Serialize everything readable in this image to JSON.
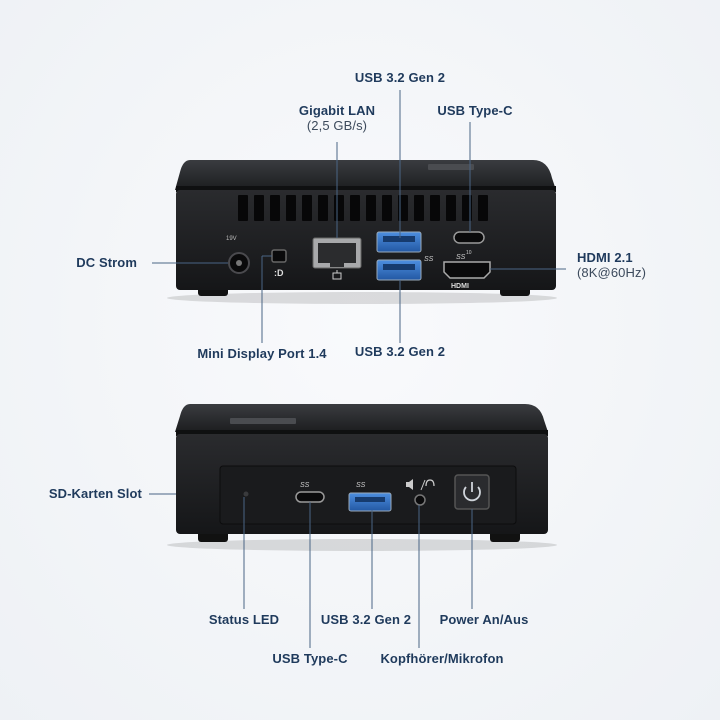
{
  "top": {
    "usb32_top": "USB 3.2 Gen 2",
    "gigabit_lan": "Gigabit LAN",
    "gigabit_lan_sub": "(2,5 GB/s)",
    "usb_typec": "USB Type-C",
    "dc_strom": "DC Strom",
    "hdmi": "HDMI 2.1",
    "hdmi_sub": "(8K@60Hz)",
    "mini_dp": "Mini Display Port 1.4",
    "usb32_bottom": "USB 3.2 Gen 2"
  },
  "bottom": {
    "sd_slot": "SD-Karten Slot",
    "status_led": "Status LED",
    "usb32": "USB 3.2 Gen 2",
    "power": "Power An/Aus",
    "usb_typec": "USB Type-C",
    "headset": "Kopfhörer/Mikrofon"
  },
  "device_text": {
    "hdmi_logo": "HDMI",
    "dc_rating": "19V",
    "ss_mark": "SS",
    "ss_ten": "10"
  },
  "icons": [
    "power-icon",
    "displayport-icon",
    "network-icon",
    "headset-icon",
    "usb-ss-icon"
  ],
  "colors": {
    "label": "#1f3a5c",
    "line": "#4a6585",
    "device": "#1d1e20",
    "usb_blue": "#2f6fc0"
  }
}
